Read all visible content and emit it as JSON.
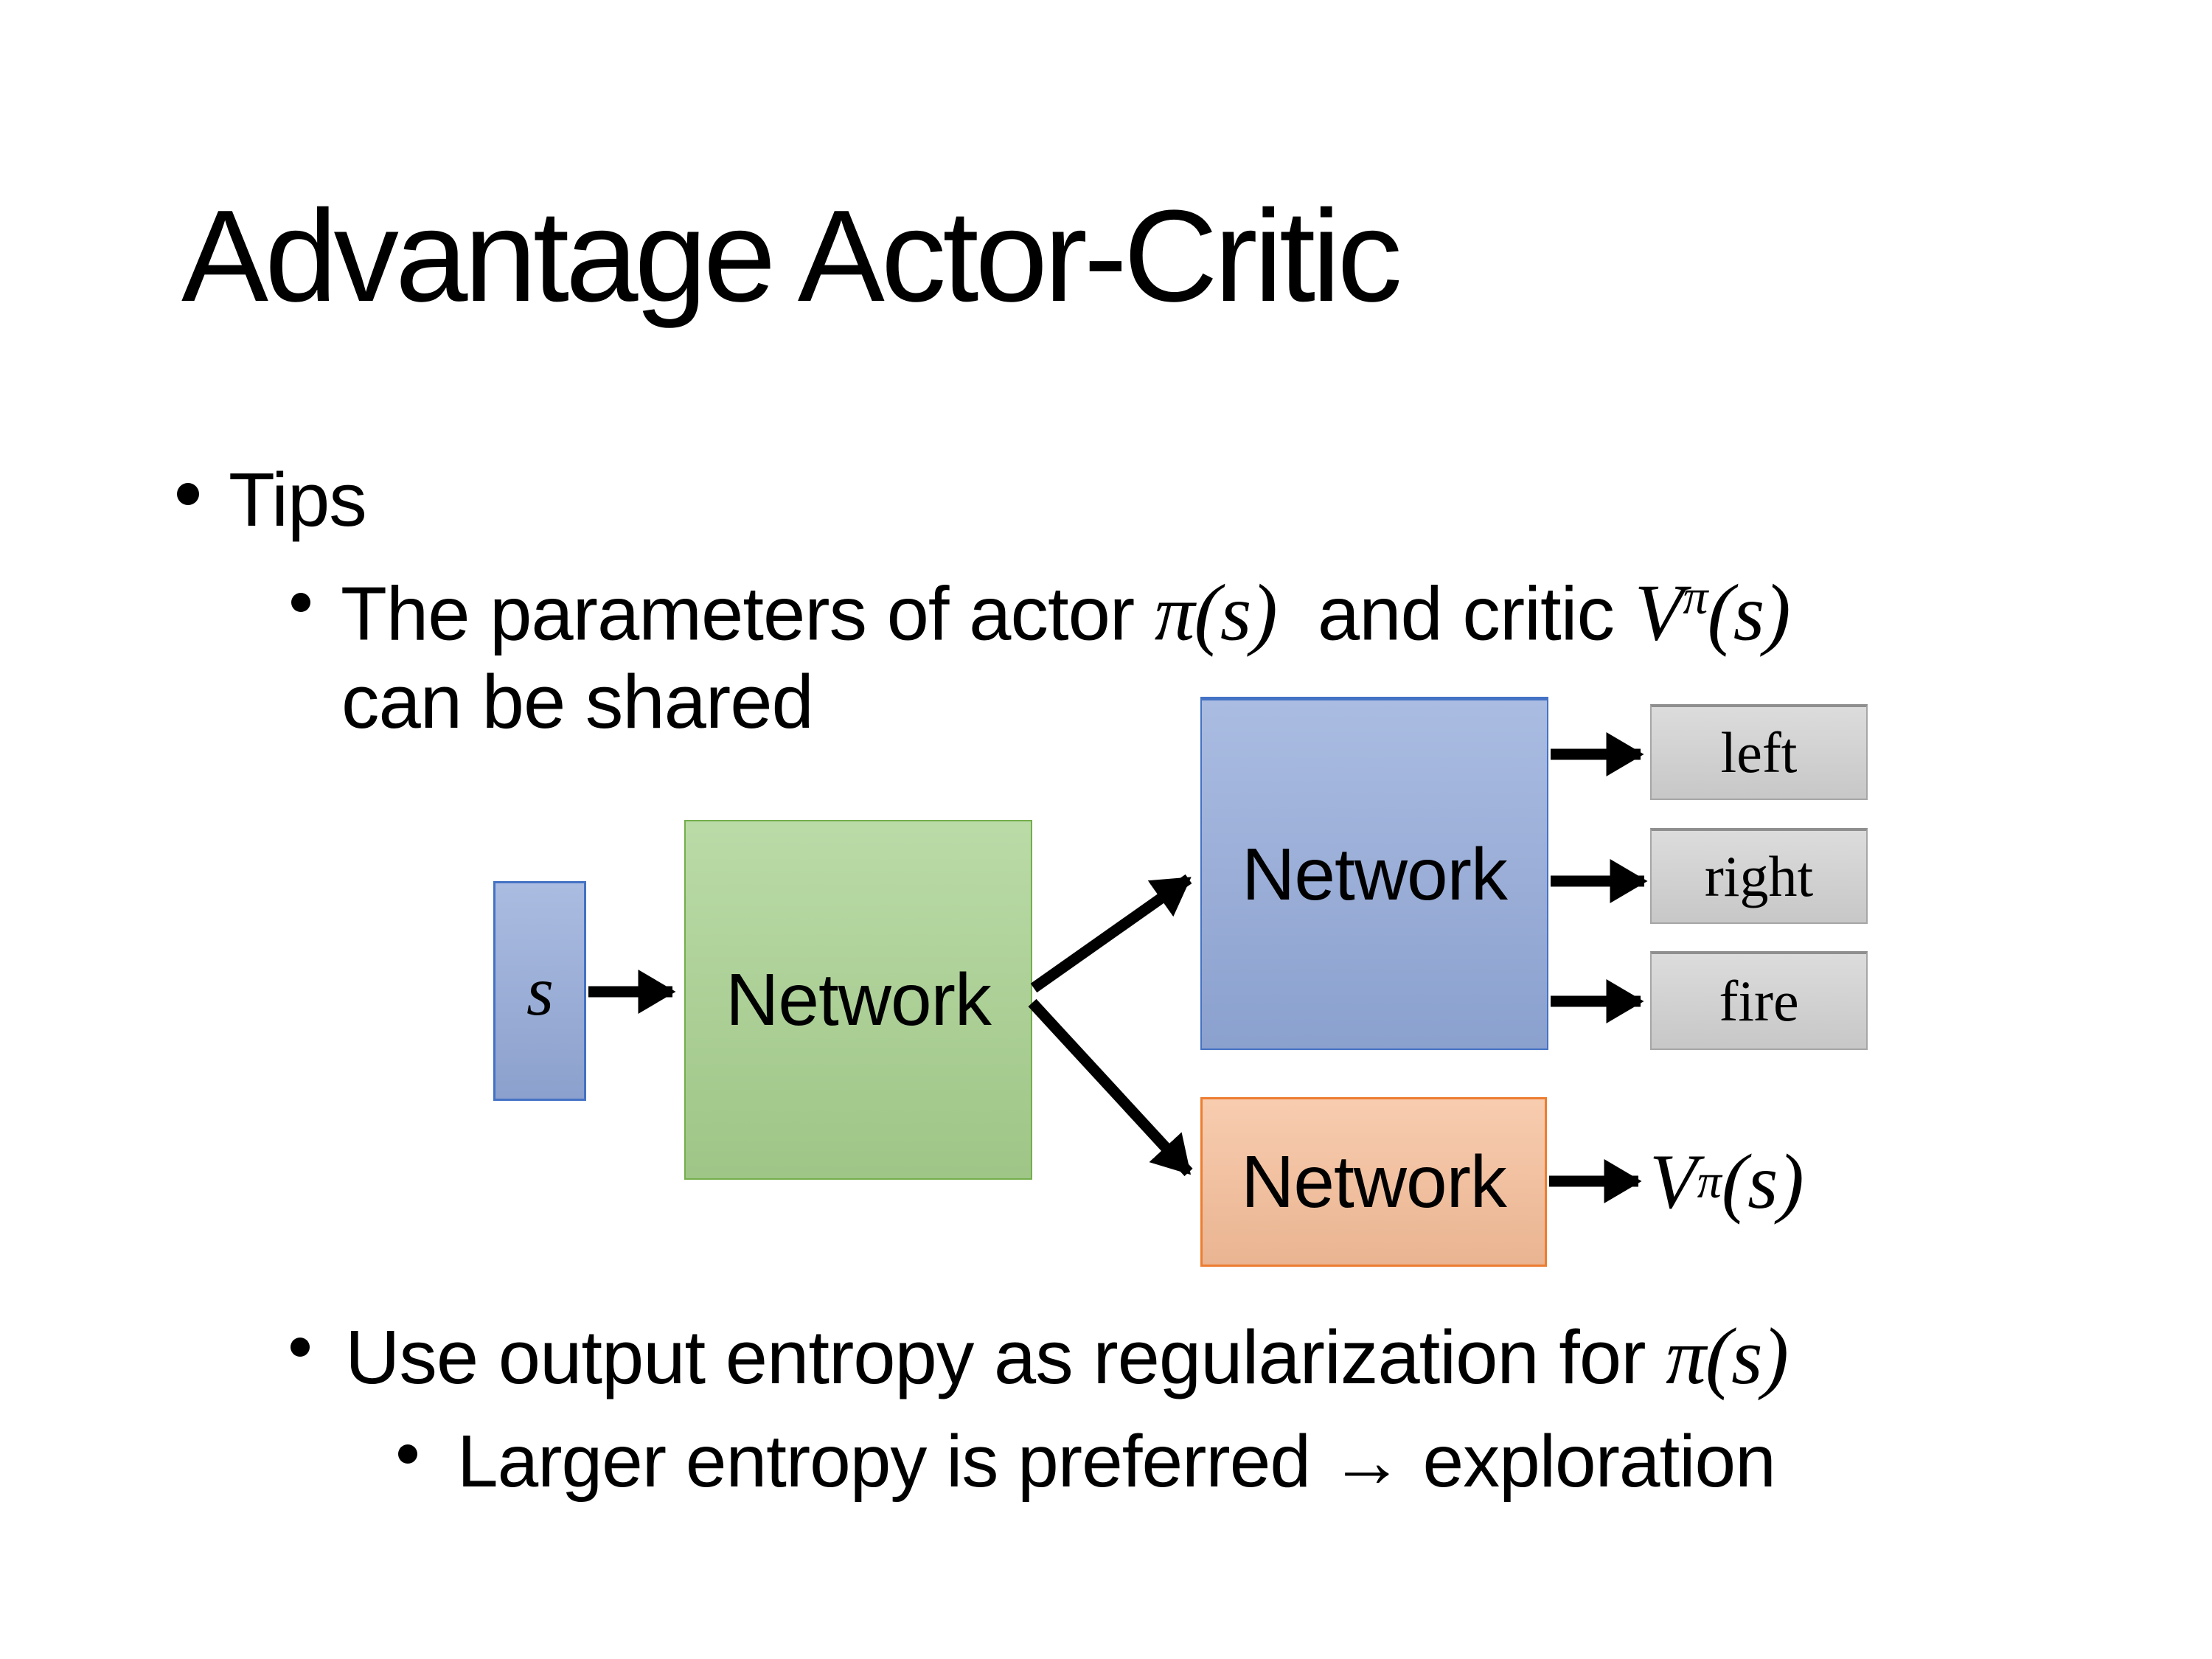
{
  "slide": {
    "title": "Advantage Actor-Critic"
  },
  "bullets": {
    "tips": "Tips",
    "line1": [
      {
        "t": "The parameters of actor ",
        "c": ""
      },
      {
        "t": "π(s)",
        "c": "m"
      },
      {
        "t": "  and critic ",
        "c": ""
      },
      {
        "t": "V",
        "c": "m"
      },
      {
        "t": "π",
        "c": "m sup"
      },
      {
        "t": "(s)",
        "c": "m"
      }
    ],
    "line2": "can be shared",
    "line3": [
      {
        "t": "Use output entropy as regularization for ",
        "c": ""
      },
      {
        "t": "π(s)",
        "c": "m"
      }
    ],
    "line4": "Larger entropy is preferred → exploration"
  },
  "diagram": {
    "state_label": "s",
    "shared_network_label": "Network",
    "actor_network_label": "Network",
    "critic_network_label": "Network",
    "action_left": "left",
    "action_right": "right",
    "action_fire": "fire",
    "critic_output": [
      {
        "t": "V",
        "c": "m"
      },
      {
        "t": "π",
        "c": "m sup"
      },
      {
        "t": "(s)",
        "c": "m"
      }
    ],
    "colors": {
      "state_fill": "#93A9D8",
      "state_border": "#4472C4",
      "shared_fill": "#A7D08E",
      "shared_border": "#74AE4C",
      "actor_fill": "#92A9D9",
      "actor_border": "#4472C4",
      "critic_fill": "#F6BE99",
      "critic_border": "#ED7D31",
      "action_fill": "#D2D2D2",
      "action_border": "#A6A6A6",
      "arrow_color": "#000000"
    }
  }
}
